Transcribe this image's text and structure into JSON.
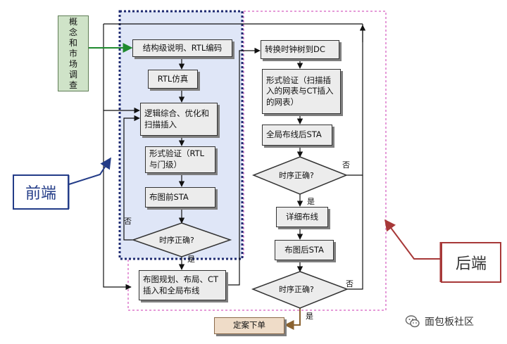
{
  "market": "概念和市场调查",
  "front": {
    "b1": "结构级说明、RTL编码",
    "b2": "RTL仿真",
    "b3": "逻辑综合、优化和扫描插入",
    "b4": "形式验证（RTL与门级）",
    "b5": "布图前STA",
    "decision": "时序正确?",
    "no": "否",
    "yes": "是"
  },
  "place": "布图规划、布局、CT插入和全局布线",
  "back": {
    "b1": "转换时钟树到DC",
    "b2": "形式验证（扫描插入的网表与CT插入的网表）",
    "b3": "全局布线后STA",
    "d1": "时序正确?",
    "no1": "否",
    "yes1": "是",
    "b4": "详细布线",
    "b5": "布图后STA",
    "d2": "时序正确?",
    "no2": "否",
    "yes2": "是"
  },
  "final": "定案下单",
  "front_label": "前端",
  "back_label": "后端",
  "watermark": "面包板社区",
  "colors": {
    "front_fill": "#dfe6f7",
    "front_border": "#1e2a70",
    "back_border": "#e59ad8",
    "arrow_green": "#1f8a2e",
    "arrow_brown": "#8a6230",
    "front_callout": "#233c88",
    "back_callout": "#a73838"
  }
}
